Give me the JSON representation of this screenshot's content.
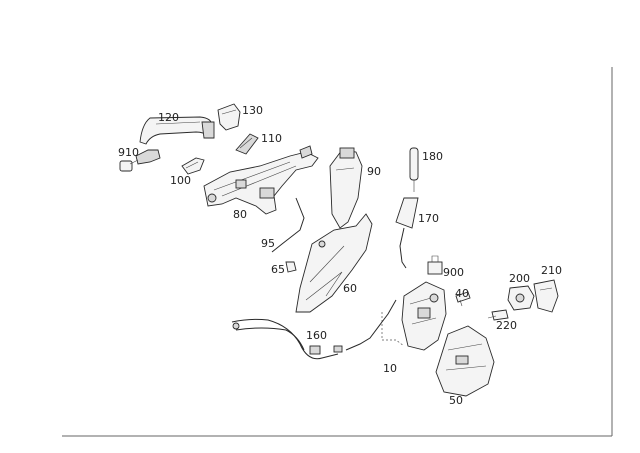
{
  "part_labels": [
    {
      "id": "p120",
      "text": "120"
    },
    {
      "id": "p130",
      "text": "130"
    },
    {
      "id": "p110",
      "text": "110"
    },
    {
      "id": "p910",
      "text": "910"
    },
    {
      "id": "p100",
      "text": "100"
    },
    {
      "id": "p80",
      "text": "80"
    },
    {
      "id": "p90",
      "text": "90"
    },
    {
      "id": "p180",
      "text": "180"
    },
    {
      "id": "p170",
      "text": "170"
    },
    {
      "id": "p95",
      "text": "95"
    },
    {
      "id": "p65",
      "text": "65"
    },
    {
      "id": "p60",
      "text": "60"
    },
    {
      "id": "p900",
      "text": "900"
    },
    {
      "id": "p40",
      "text": "40"
    },
    {
      "id": "p200",
      "text": "200"
    },
    {
      "id": "p210",
      "text": "210"
    },
    {
      "id": "p220",
      "text": "220"
    },
    {
      "id": "p160",
      "text": "160"
    },
    {
      "id": "p10",
      "text": "10"
    },
    {
      "id": "p50",
      "text": "50"
    }
  ]
}
